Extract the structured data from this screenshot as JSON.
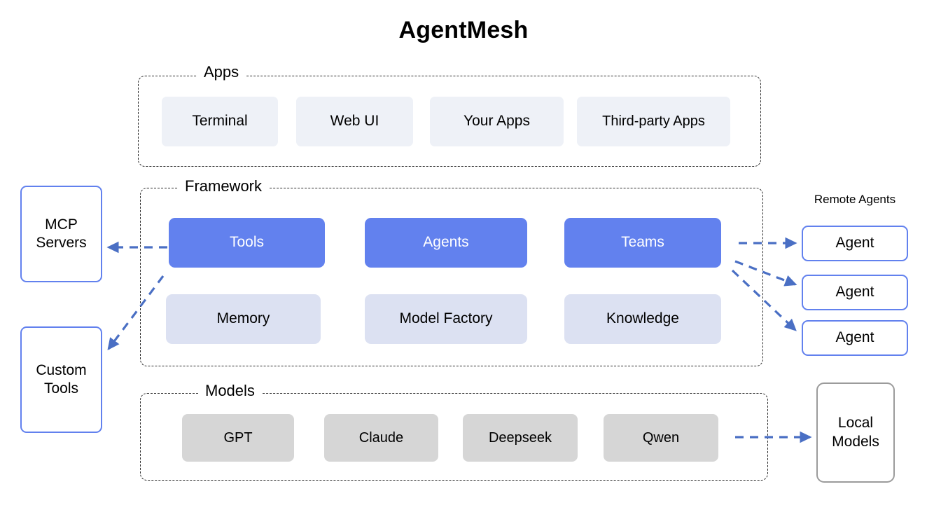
{
  "title": "AgentMesh",
  "colors": {
    "accent_blue": "#6281ee",
    "app_box_fill": "#eef1f7",
    "framework_secondary_fill": "#dce1f2",
    "model_box_fill": "#d6d6d6",
    "group_border": "#2b2b2b",
    "local_models_border": "#9b9b9b",
    "arrow": "#4a6fc4"
  },
  "groups": {
    "apps": {
      "label": "Apps",
      "items": [
        {
          "label": "Terminal"
        },
        {
          "label": "Web UI"
        },
        {
          "label": "Your Apps"
        },
        {
          "label": "Third-party Apps"
        }
      ]
    },
    "framework": {
      "label": "Framework",
      "primary_items": [
        {
          "label": "Tools"
        },
        {
          "label": "Agents"
        },
        {
          "label": "Teams"
        }
      ],
      "secondary_items": [
        {
          "label": "Memory"
        },
        {
          "label": "Model Factory"
        },
        {
          "label": "Knowledge"
        }
      ]
    },
    "models": {
      "label": "Models",
      "items": [
        {
          "label": "GPT"
        },
        {
          "label": "Claude"
        },
        {
          "label": "Deepseek"
        },
        {
          "label": "Qwen"
        }
      ]
    }
  },
  "left_column": {
    "mcp_servers": "MCP\nServers",
    "custom_tools": "Custom\nTools"
  },
  "right_column": {
    "remote_agents_label": "Remote Agents",
    "agents": [
      {
        "label": "Agent"
      },
      {
        "label": "Agent"
      },
      {
        "label": "Agent"
      }
    ],
    "local_models": "Local\nModels"
  },
  "connections": [
    {
      "from": "Tools",
      "to": "MCP Servers",
      "style": "dashed-arrow"
    },
    {
      "from": "Tools",
      "to": "Custom Tools",
      "style": "dashed-arrow"
    },
    {
      "from": "Teams",
      "to": "Agent 1",
      "style": "dashed-arrow"
    },
    {
      "from": "Teams",
      "to": "Agent 2",
      "style": "dashed-arrow"
    },
    {
      "from": "Teams",
      "to": "Agent 3",
      "style": "dashed-arrow"
    },
    {
      "from": "Models",
      "to": "Local Models",
      "style": "dashed-arrow"
    }
  ]
}
